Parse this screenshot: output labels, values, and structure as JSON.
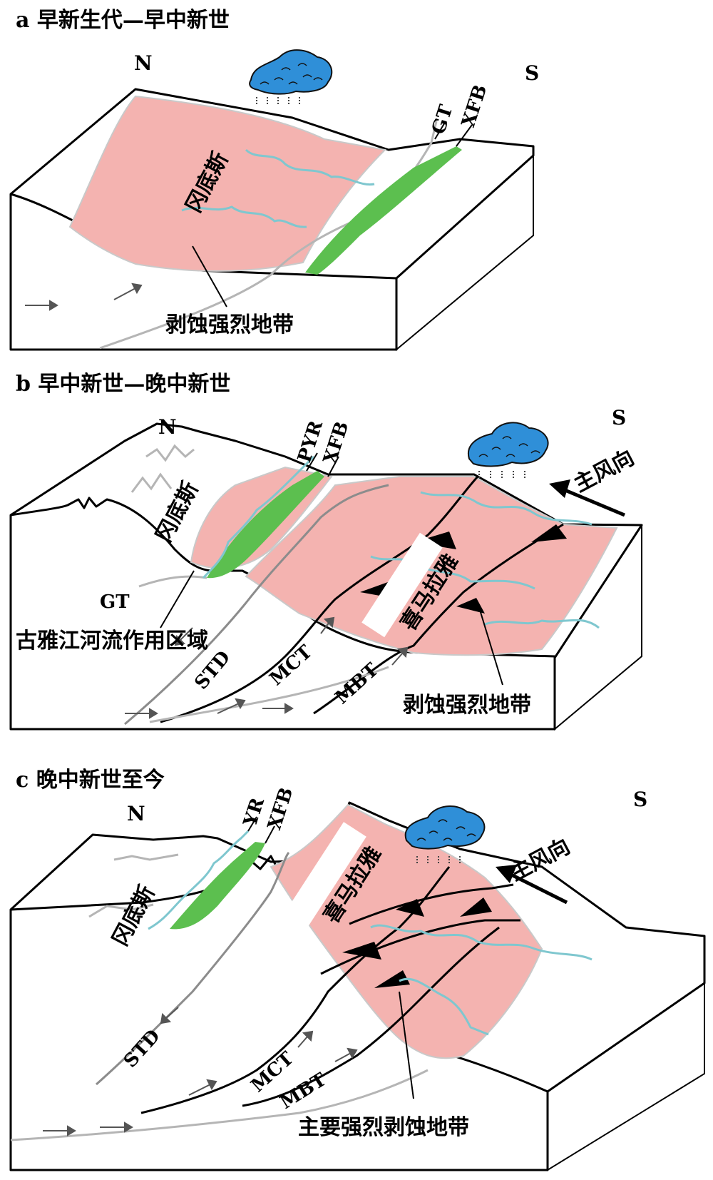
{
  "panels": [
    {
      "title": "a 早新生代—早中新世",
      "north": "N",
      "south": "S",
      "labels": {
        "gangdese": "冈底斯",
        "erosion_zone": "剥蚀强烈地带",
        "gt": "GT",
        "xfb": "XFB"
      }
    },
    {
      "title": "b 早中新世—晚中新世",
      "north": "N",
      "south": "S",
      "labels": {
        "gangdese": "冈底斯",
        "himalaya": "喜马拉雅",
        "erosion_zone": "剥蚀强烈地带",
        "paleo_river": "古雅江河流作用区域",
        "wind": "主风向",
        "gt": "GT",
        "pyr": "PYR",
        "xfb": "XFB",
        "std": "STD",
        "mct": "MCT",
        "mbt": "MBT"
      }
    },
    {
      "title": "c 晚中新世至今",
      "north": "N",
      "south": "S",
      "labels": {
        "gangdese": "冈底斯",
        "himalaya": "喜马拉雅",
        "erosion_zone": "主要强烈剥蚀地带",
        "wind": "主风向",
        "yr": "YR",
        "xfb": "XFB",
        "std": "STD",
        "mct": "MCT",
        "mbt": "MBT"
      }
    }
  ],
  "colors": {
    "erosion_pink": "#f4b3b0",
    "xfb_green": "#5cbf4f",
    "river_cyan": "#7fc7cf",
    "cloud_blue": "#2f8fd8",
    "fault_gray": "#b5b5b5"
  }
}
